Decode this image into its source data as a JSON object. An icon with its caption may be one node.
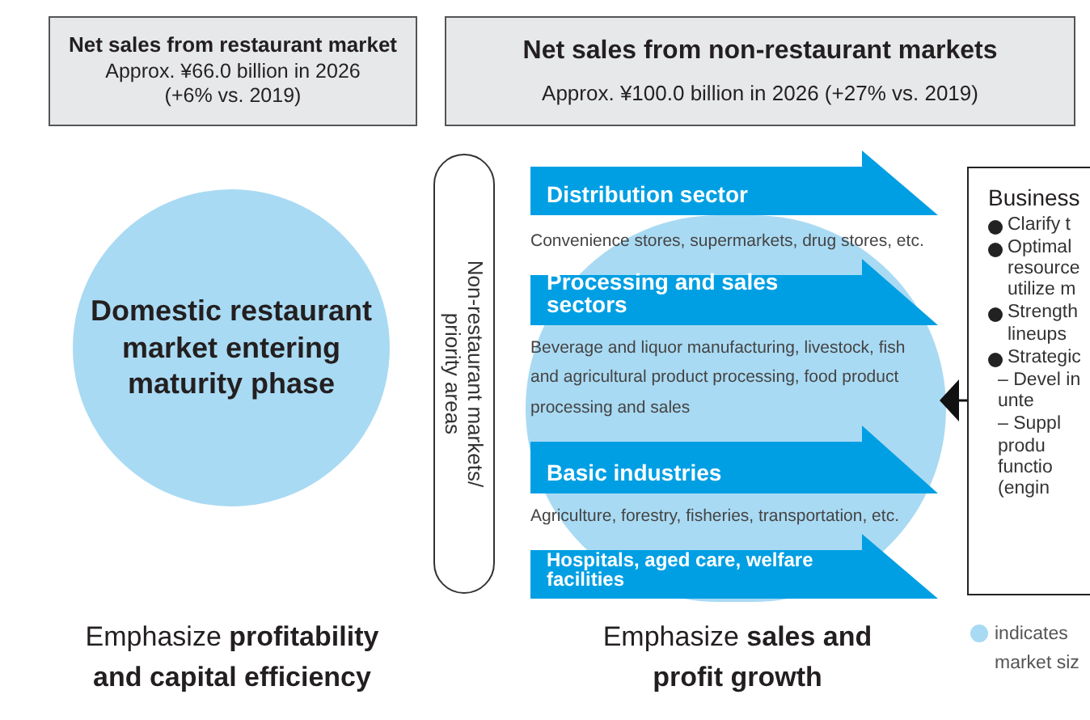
{
  "diagram": {
    "nodes": [
      {
        "text": [
          "Net sales from restaurant market",
          "Approx. ¥66.0 billion in 2026 (+6% vs. 2019)"
        ]
      },
      {
        "text": [
          "Net sales from non-restaurant markets",
          "Approx. ¥100.0 billion in 2026 (+27% vs. 2019)"
        ]
      },
      {
        "text": [
          "Domestic restaurant market entering maturity phase"
        ]
      },
      {
        "text": [],
        "shape": "circle"
      },
      {
        "text": [
          "Non-restaurant markets/ priority areas"
        ]
      },
      {
        "text": [
          "Distribution sector"
        ]
      },
      {
        "text": [
          "Processing and sales sectors"
        ],
        "in": 3
      },
      {
        "text": [
          "Basic industries"
        ],
        "in": 3
      },
      {
        "text": [
          "Hospitals, aged care, welfare facilities"
        ],
        "in": 3
      },
      {
        "text": [
          "Business",
          "Clarify t",
          "Optimal resource utilize m",
          "Strength lineups",
          "Strategic",
          "– Devel in unte",
          "– Suppl produ functio (engin"
        ]
      }
    ],
    "edges": [
      {
        "from": 9,
        "to": 3,
        "arrow": "to"
      }
    ],
    "labels": [
      "Convenience stores, supermarkets, drug stores, etc.",
      "Beverage and liquor manufacturing, livestock, fish and agricultural product processing, food product processing and sales",
      "Agriculture, forestry, fisheries, transportation, etc.",
      "Emphasize **profitability and capital efficiency**",
      "Emphasize **sales and profit growth**"
    ],
    "legend": [
      {
        "text": "indicates market siz",
        "color": "#a9daf3"
      }
    ]
  }
}
